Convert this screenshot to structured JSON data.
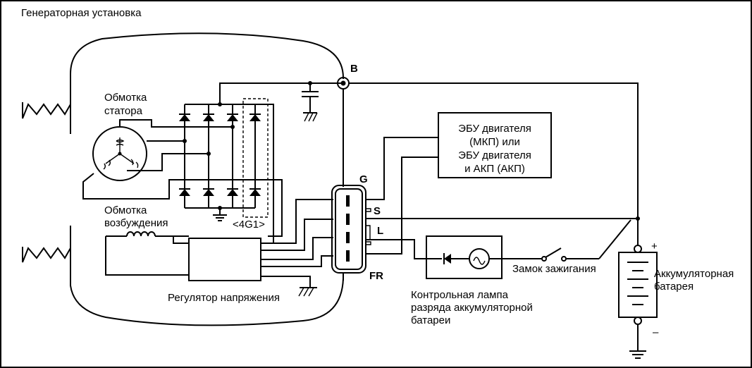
{
  "labels": {
    "title": "Генераторная установка",
    "stator_1": "Обмотка",
    "stator_2": "статора",
    "field_1": "Обмотка",
    "field_2": "возбуждения",
    "rectifier_tag": "<4G1>",
    "regulator": "Регулятор напряжения",
    "terminal_b": "B",
    "terminal_g": "G",
    "terminal_s": "S",
    "terminal_l": "L",
    "terminal_fr": "FR",
    "ecu_1": "ЭБУ двигателя",
    "ecu_2": "(МКП) или",
    "ecu_3": "ЭБУ двигателя",
    "ecu_4": "и АКП (АКП)",
    "ignition": "Замок зажигания",
    "lamp_1": "Контрольная лампа",
    "lamp_2": "разряда аккумуляторной",
    "lamp_3": "батареи",
    "battery_1": "Аккумуляторная",
    "battery_2": "батарея",
    "plus": "+",
    "minus": "–"
  },
  "icons": {
    "stator": "stator-winding-icon",
    "field": "field-coil-icon",
    "diode": "diode-icon",
    "capacitor": "capacitor-icon",
    "ground": "ground-icon",
    "lamp": "indicator-lamp-icon",
    "switch": "ignition-switch-icon",
    "battery": "battery-icon"
  },
  "colors": {
    "line": "#000000",
    "background": "#ffffff"
  }
}
